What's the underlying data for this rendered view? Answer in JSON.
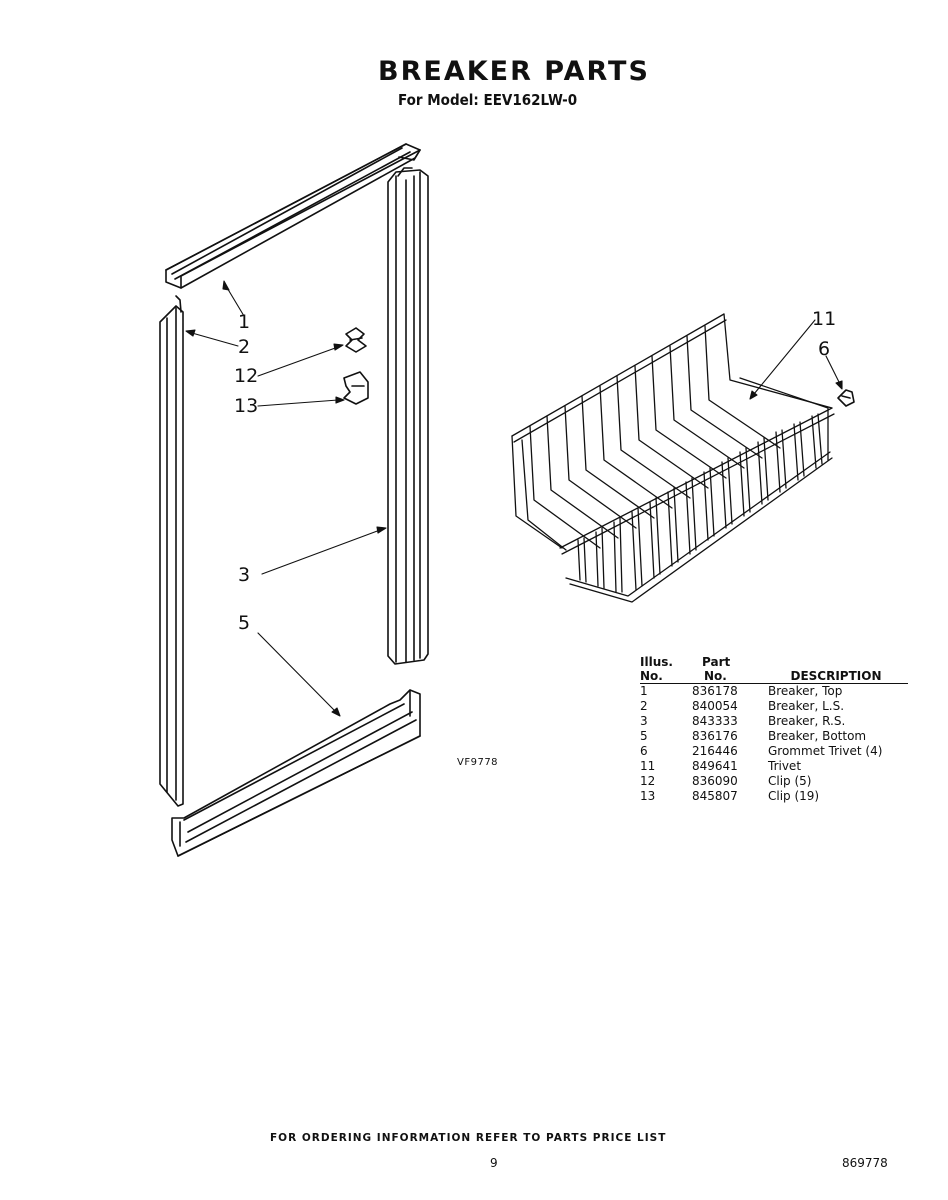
{
  "header": {
    "title": "BREAKER PARTS",
    "subtitle": "For Model: EEV162LW-0"
  },
  "figure": {
    "code": "VF9778",
    "callouts": [
      "1",
      "2",
      "12",
      "13",
      "3",
      "5",
      "11",
      "6"
    ]
  },
  "parts_table": {
    "headers": {
      "illus_line1": "Illus.",
      "illus_line2": "No.",
      "part_line1": "Part",
      "part_line2": "No.",
      "description": "DESCRIPTION"
    },
    "rows": [
      {
        "illus": "1",
        "part": "836178",
        "description": "Breaker, Top"
      },
      {
        "illus": "2",
        "part": "840054",
        "description": "Breaker, L.S."
      },
      {
        "illus": "3",
        "part": "843333",
        "description": "Breaker, R.S."
      },
      {
        "illus": "5",
        "part": "836176",
        "description": "Breaker, Bottom"
      },
      {
        "illus": "6",
        "part": "216446",
        "description": "Grommet Trivet (4)"
      },
      {
        "illus": "11",
        "part": "849641",
        "description": "Trivet"
      },
      {
        "illus": "12",
        "part": "836090",
        "description": "Clip (5)"
      },
      {
        "illus": "13",
        "part": "845807",
        "description": "Clip (19)"
      }
    ]
  },
  "footer": {
    "ordering_note": "FOR ORDERING INFORMATION REFER TO PARTS PRICE LIST",
    "page_number": "9",
    "document_number": "869778"
  }
}
